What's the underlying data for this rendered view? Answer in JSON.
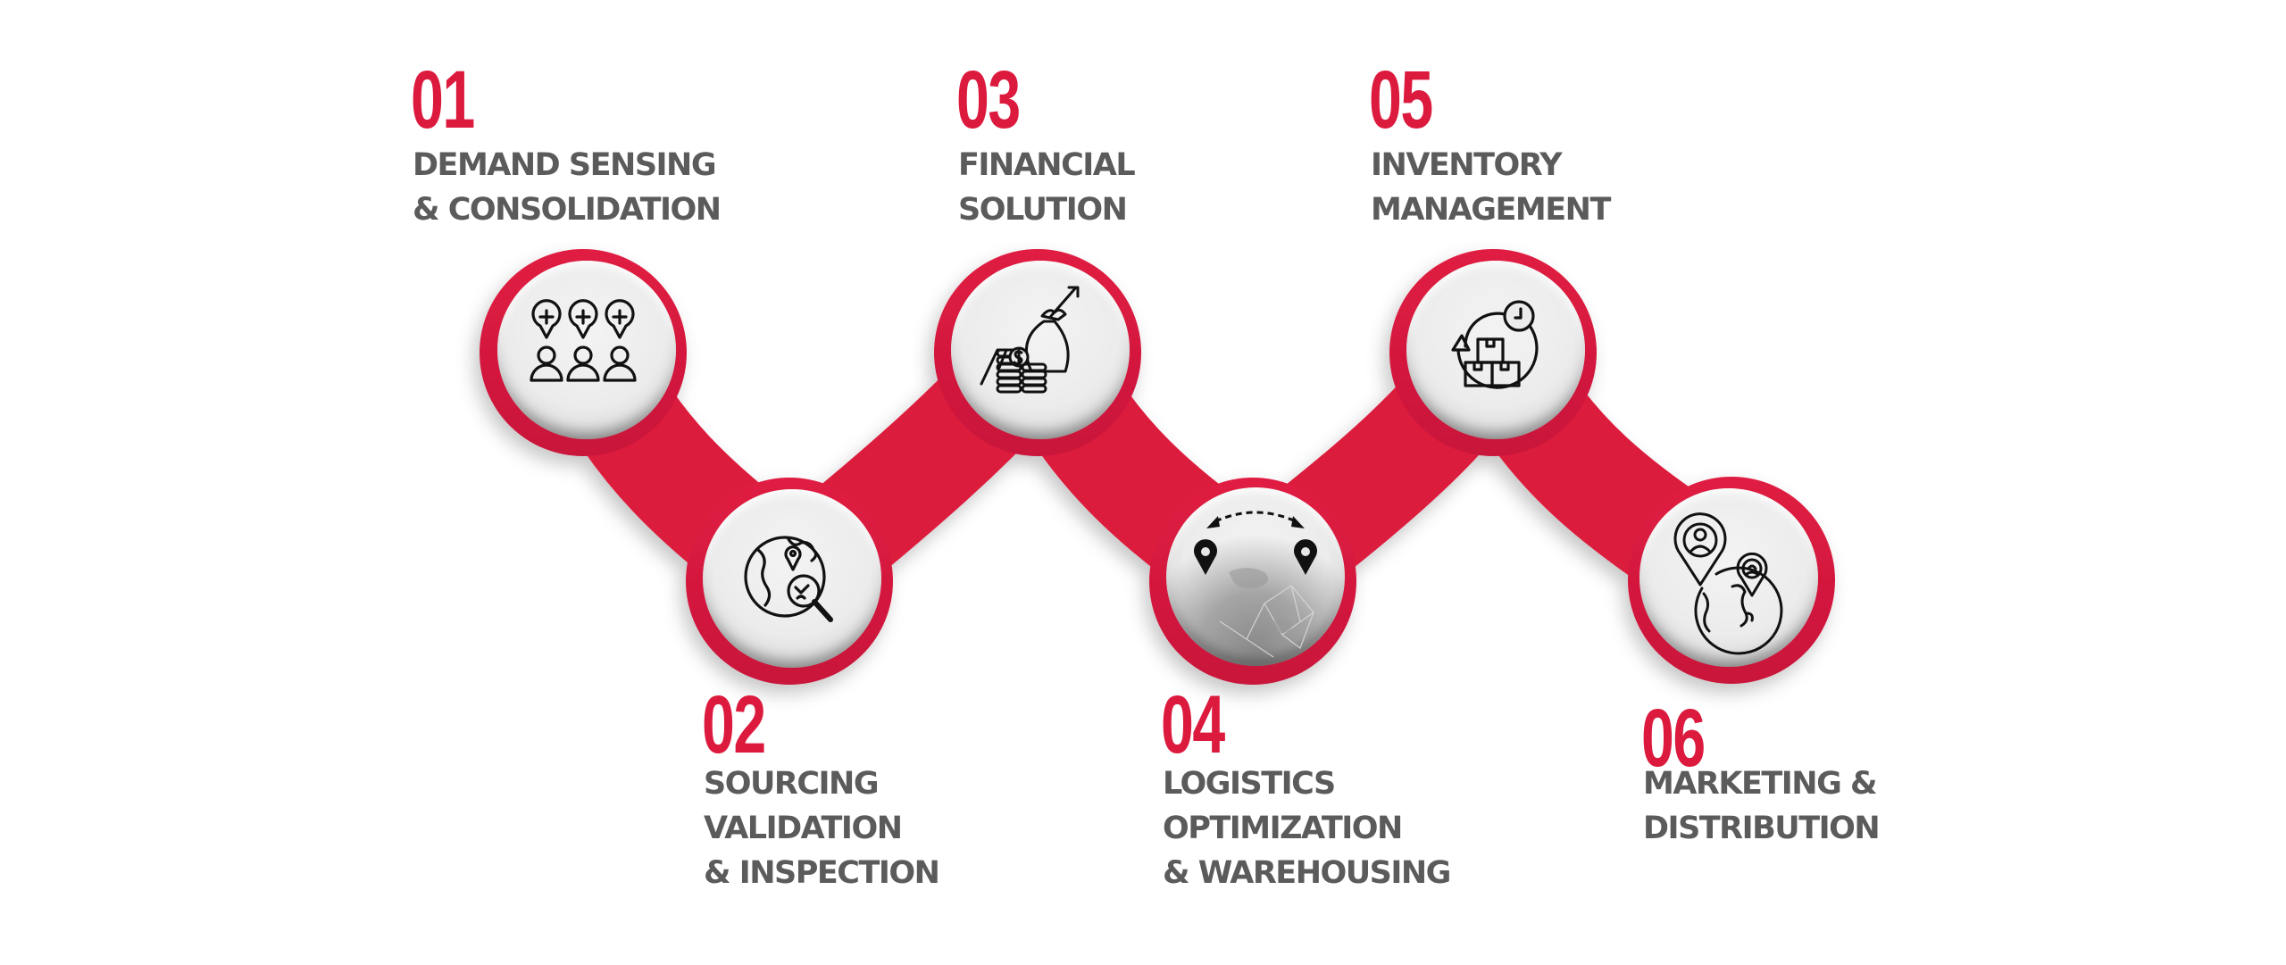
{
  "theme": {
    "accent": "#DC1A3E",
    "label_color": "#5B5B5B",
    "disc_color": "#ECECEC",
    "background": "#FFFFFF"
  },
  "steps": [
    {
      "number": "01",
      "title_lines": [
        "DEMAND SENSING",
        "& CONSOLIDATION"
      ],
      "icon": "people-location-pins-icon"
    },
    {
      "number": "02",
      "title_lines": [
        "SOURCING",
        "VALIDATION",
        "& INSPECTION"
      ],
      "icon": "globe-magnifier-icon"
    },
    {
      "number": "03",
      "title_lines": [
        "FINANCIAL",
        "SOLUTION"
      ],
      "icon": "money-bag-coins-growth-icon"
    },
    {
      "number": "04",
      "title_lines": [
        "LOGISTICS",
        "OPTIMIZATION",
        "& WAREHOUSING"
      ],
      "icon": "globe-route-pins-icon"
    },
    {
      "number": "05",
      "title_lines": [
        "INVENTORY",
        "MANAGEMENT"
      ],
      "icon": "boxes-cycle-clock-icon"
    },
    {
      "number": "06",
      "title_lines": [
        "MARKETING &",
        "DISTRIBUTION"
      ],
      "icon": "globe-person-pins-icon"
    }
  ]
}
